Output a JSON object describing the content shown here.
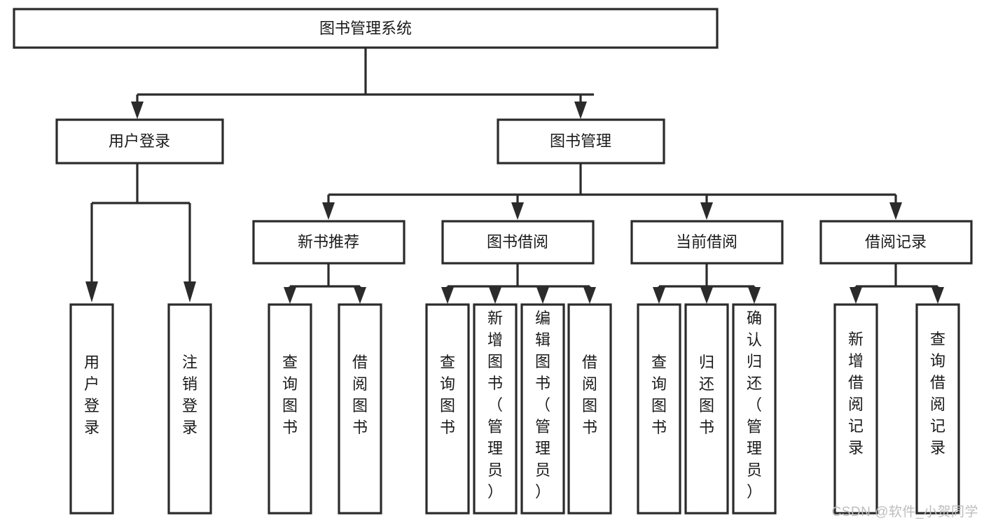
{
  "diagram": {
    "title": "图书管理系统",
    "type": "tree-hierarchy-chart",
    "watermark": "CSDN @软件_小贺同学",
    "colors": {
      "node_fill": "#ffffff",
      "node_stroke": "#2b2b2b",
      "text": "#1a1a1a",
      "watermark": "#bdbdbd",
      "background": "#ffffff"
    },
    "levels": {
      "root": {
        "label": "图书管理系统"
      },
      "level2": [
        {
          "id": "user-login",
          "label": "用户登录"
        },
        {
          "id": "book-manage",
          "label": "图书管理"
        }
      ],
      "level3": [
        {
          "id": "new-book-rec",
          "label": "新书推荐",
          "parent": "book-manage"
        },
        {
          "id": "book-borrow",
          "label": "图书借阅",
          "parent": "book-manage"
        },
        {
          "id": "current-borrow",
          "label": "当前借阅",
          "parent": "book-manage"
        },
        {
          "id": "borrow-record",
          "label": "借阅记录",
          "parent": "book-manage"
        }
      ],
      "leaves": [
        {
          "id": "leaf-user-login",
          "label": "用户登录",
          "parent": "user-login"
        },
        {
          "id": "leaf-user-logout",
          "label": "注销登录",
          "parent": "user-login"
        },
        {
          "id": "leaf-query-book-1",
          "label": "查询图书",
          "parent": "new-book-rec"
        },
        {
          "id": "leaf-borrow-book-1",
          "label": "借阅图书",
          "parent": "new-book-rec"
        },
        {
          "id": "leaf-query-book-2",
          "label": "查询图书",
          "parent": "book-borrow"
        },
        {
          "id": "leaf-add-book",
          "label": "新增图书（管理员）",
          "parent": "book-borrow"
        },
        {
          "id": "leaf-edit-book",
          "label": "编辑图书（管理员）",
          "parent": "book-borrow"
        },
        {
          "id": "leaf-borrow-book-2",
          "label": "借阅图书",
          "parent": "book-borrow"
        },
        {
          "id": "leaf-query-book-3",
          "label": "查询图书",
          "parent": "current-borrow"
        },
        {
          "id": "leaf-return-book",
          "label": "归还图书",
          "parent": "current-borrow"
        },
        {
          "id": "leaf-confirm-return",
          "label": "确认归还（管理员）",
          "parent": "current-borrow"
        },
        {
          "id": "leaf-add-record",
          "label": "新增借阅记录",
          "parent": "borrow-record"
        },
        {
          "id": "leaf-query-record",
          "label": "查询借阅记录",
          "parent": "borrow-record"
        }
      ]
    }
  }
}
